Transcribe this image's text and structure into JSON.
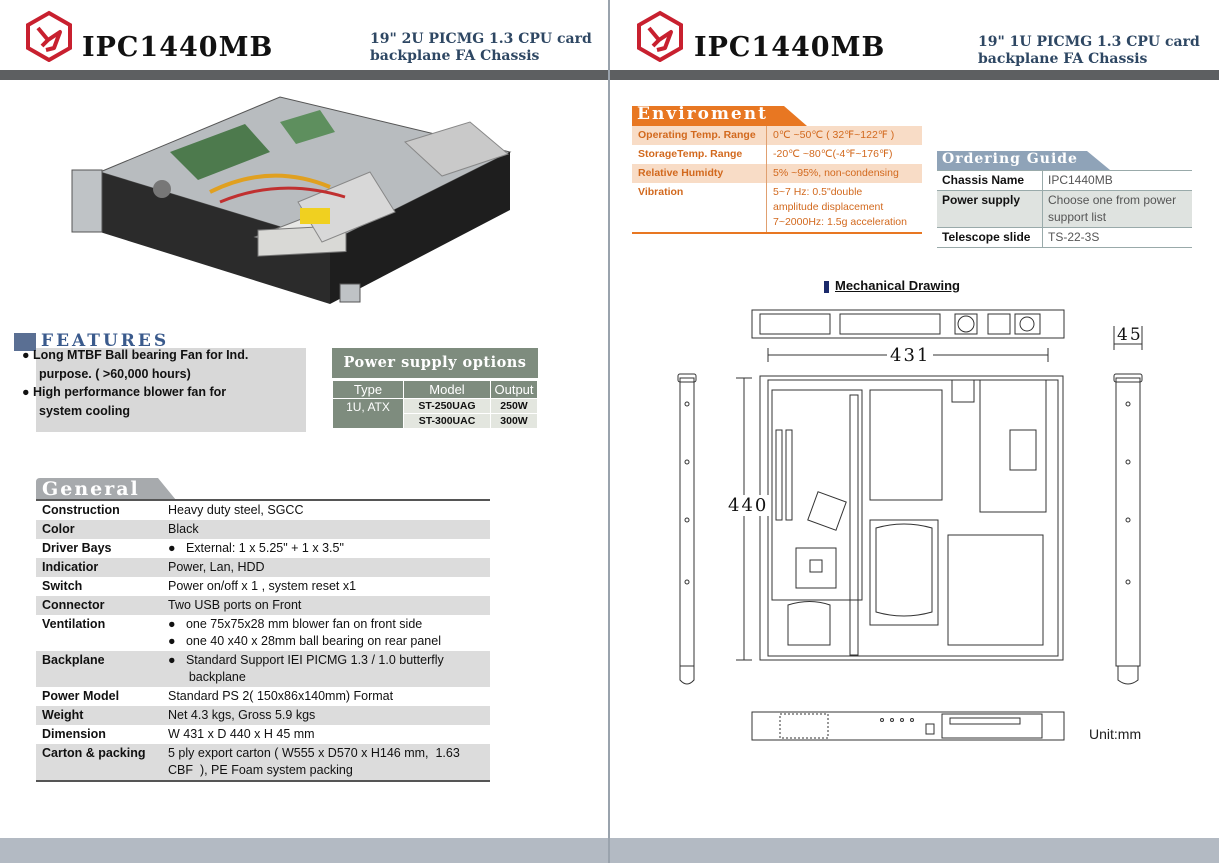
{
  "left": {
    "title": "IPC1440MB",
    "subtitle_1": "19\" 2U PICMG 1.3 CPU card",
    "subtitle_2": "backplane FA Chassis"
  },
  "right": {
    "title": "IPC1440MB",
    "subtitle_1": "19\" 1U PICMG 1.3 CPU card",
    "subtitle_2": "backplane FA Chassis"
  },
  "features": {
    "heading": "FEATURES",
    "items": [
      {
        "line1": "Long MTBF Ball bearing Fan for Ind.",
        "line2": "purpose. ( >60,000 hours)"
      },
      {
        "line1": "High performance blower fan for",
        "line2": "system cooling"
      }
    ]
  },
  "power_supply": {
    "heading": "Power supply options",
    "headers": [
      "Type",
      "Model",
      "Output"
    ],
    "type": "1U, ATX",
    "rows": [
      {
        "model": "ST-250UAG",
        "output": "250W"
      },
      {
        "model": "ST-300UAC",
        "output": "300W"
      }
    ]
  },
  "general": {
    "heading": "General",
    "rows": [
      {
        "k": "Construction",
        "v": [
          "Heavy duty steel, SGCC"
        ]
      },
      {
        "k": "Color",
        "v": [
          "Black"
        ]
      },
      {
        "k": "Driver Bays",
        "v": [
          "●   External: 1 x 5.25\" + 1 x 3.5\""
        ]
      },
      {
        "k": "Indicatior",
        "v": [
          "Power, Lan, HDD"
        ]
      },
      {
        "k": "Switch",
        "v": [
          "Power on/off x 1 , system reset x1"
        ]
      },
      {
        "k": "Connector",
        "v": [
          "Two USB ports on Front"
        ]
      },
      {
        "k": "Ventilation",
        "v": [
          "●   one 75x75x28 mm blower fan on front side",
          "●   one 40 x40 x 28mm ball bearing on rear panel"
        ]
      },
      {
        "k": "Backplane",
        "v": [
          "●   Standard Support IEI PICMG 1.3 / 1.0 butterfly",
          "      backplane"
        ]
      },
      {
        "k": "Power Model",
        "v": [
          "Standard PS 2( 150x86x140mm) Format"
        ]
      },
      {
        "k": " Weight",
        "v": [
          "Net 4.3 kgs, Gross 5.9 kgs"
        ]
      },
      {
        "k": "Dimension",
        "v": [
          "W 431 x D 440 x H 45 mm"
        ]
      },
      {
        "k": "Carton  & packing",
        "v": [
          "5 ply export carton ( W555 x D570 x H146 mm,  1.63",
          "CBF  ), PE Foam system packing"
        ]
      }
    ]
  },
  "environment": {
    "heading": "Enviroment",
    "rows": [
      {
        "k": "Operating Temp. Range",
        "v": [
          "0℃ ~50℃ ( 32℉~122℉ )"
        ]
      },
      {
        "k": "StorageTemp. Range",
        "v": [
          "-20℃ ~80℃(-4℉~176℉)"
        ]
      },
      {
        "k": "Relative Humidty",
        "v": [
          "5% ~95%, non-condensing"
        ]
      },
      {
        "k": "Vibration",
        "v": [
          "5~7 Hz: 0.5\"double",
          "amplitude displacement",
          "7~2000Hz: 1.5g acceleration"
        ]
      }
    ]
  },
  "ordering": {
    "heading": "Ordering Guide",
    "rows": [
      {
        "k": "Chassis Name",
        "v": [
          "IPC1440MB"
        ]
      },
      {
        "k": "Power supply",
        "v": [
          "Choose one from power",
          "support list"
        ]
      },
      {
        "k": "Telescope slide",
        "v": [
          "TS-22-3S"
        ]
      }
    ]
  },
  "mechanical": {
    "heading": "Mechanical Drawing",
    "dim_width": "431",
    "dim_depth": "440",
    "dim_height": "45",
    "unit": "Unit:mm"
  },
  "colors": {
    "accent_orange": "#e87722",
    "header_bar": "#5d5f61",
    "footer_bar": "#b3bac3",
    "ordering_tab": "#8fa3b8",
    "logo_red": "#c8202f"
  }
}
